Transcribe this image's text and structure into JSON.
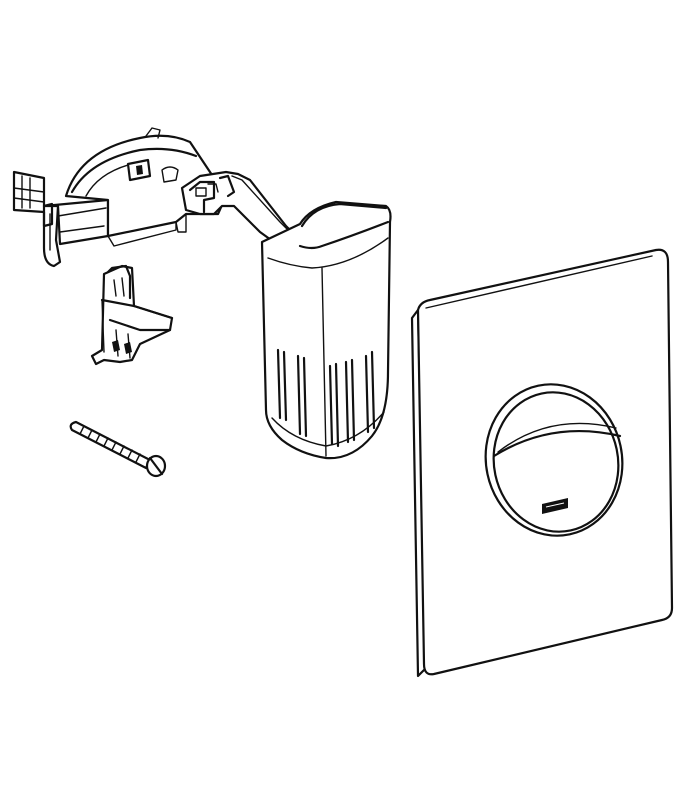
{
  "diagram": {
    "colors": {
      "background": "#ffffff",
      "line": "#111111"
    },
    "parts": [
      {
        "id": "mounting-bracket",
        "label": ""
      },
      {
        "id": "clip-holder",
        "label": ""
      },
      {
        "id": "fixing-screw",
        "label": ""
      },
      {
        "id": "cup-housing",
        "label": ""
      },
      {
        "id": "flush-plate",
        "label": ""
      }
    ]
  }
}
